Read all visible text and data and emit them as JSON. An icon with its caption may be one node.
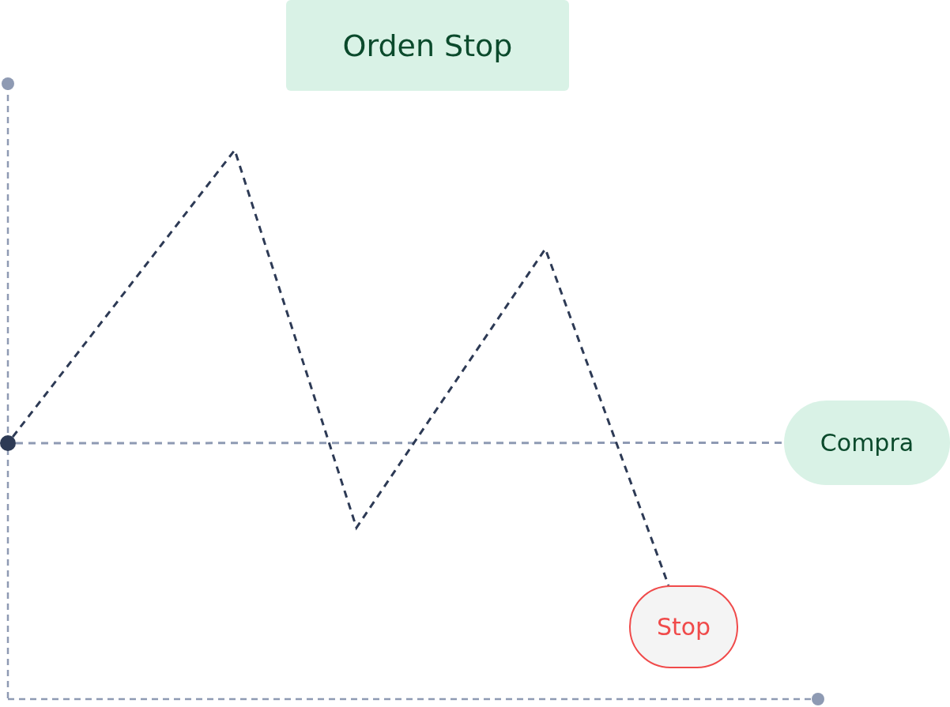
{
  "diagram": {
    "nodes": [
      {
        "text": [
          "Orden Stop"
        ]
      },
      {
        "text": [],
        "shape": "circle"
      },
      {
        "text": [
          "Compra"
        ]
      },
      {
        "text": [
          "Stop"
        ]
      }
    ],
    "edges": [
      {
        "from": 1,
        "to": 2,
        "arrow": "none",
        "style": "dashed",
        "color": "#8e9ab3"
      },
      {
        "from": 1,
        "to": 3,
        "arrow": "none",
        "style": "dashed",
        "color": "#2d3a55"
      }
    ]
  }
}
